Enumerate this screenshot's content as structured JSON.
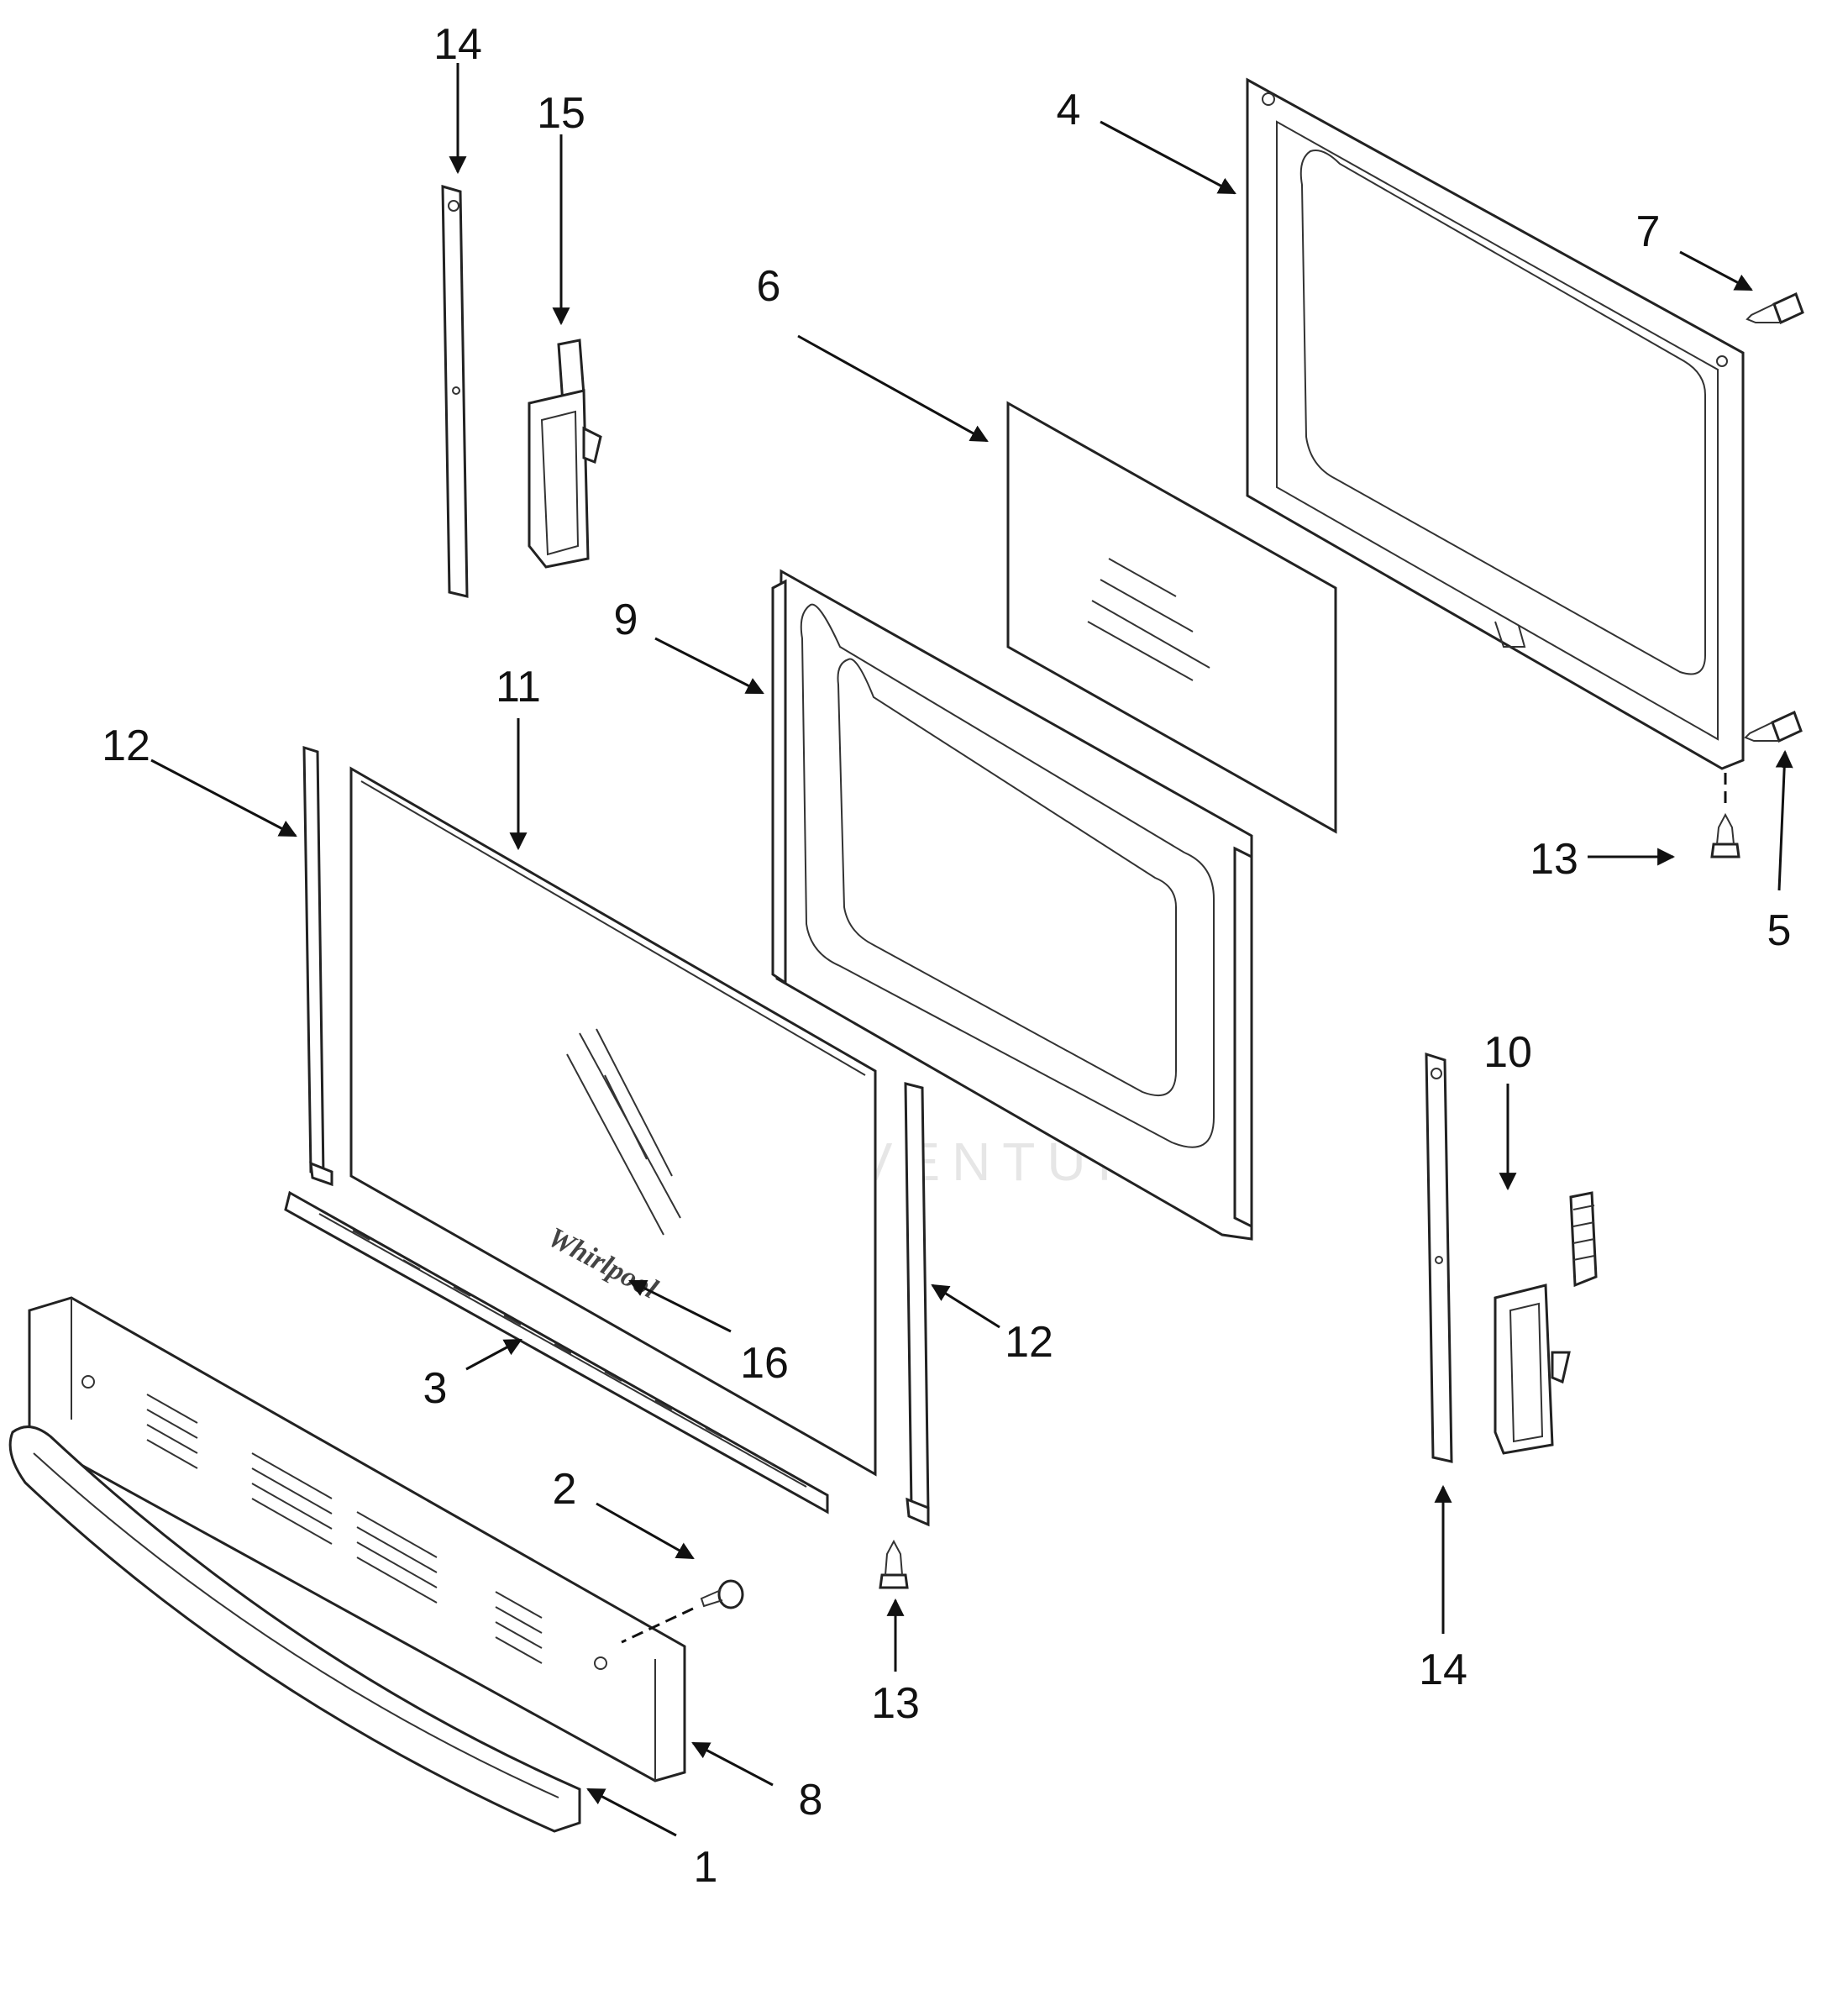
{
  "callouts": [
    {
      "id": "c14a",
      "label": "14"
    },
    {
      "id": "c15",
      "label": "15"
    },
    {
      "id": "c4",
      "label": "4"
    },
    {
      "id": "c7",
      "label": "7"
    },
    {
      "id": "c6",
      "label": "6"
    },
    {
      "id": "c9",
      "label": "9"
    },
    {
      "id": "c11",
      "label": "11"
    },
    {
      "id": "c12a",
      "label": "12"
    },
    {
      "id": "c13a",
      "label": "13"
    },
    {
      "id": "c5",
      "label": "5"
    },
    {
      "id": "c10",
      "label": "10"
    },
    {
      "id": "c16",
      "label": "16"
    },
    {
      "id": "c12b",
      "label": "12"
    },
    {
      "id": "c3",
      "label": "3"
    },
    {
      "id": "c2",
      "label": "2"
    },
    {
      "id": "c13b",
      "label": "13"
    },
    {
      "id": "c14b",
      "label": "14"
    },
    {
      "id": "c8",
      "label": "8"
    },
    {
      "id": "c1",
      "label": "1"
    }
  ],
  "watermark": "LEADVENTURE",
  "logo_text": "Whirlpool",
  "colors": {
    "line": "#222222",
    "watermark": "#e6e6e6",
    "background": "#ffffff"
  }
}
